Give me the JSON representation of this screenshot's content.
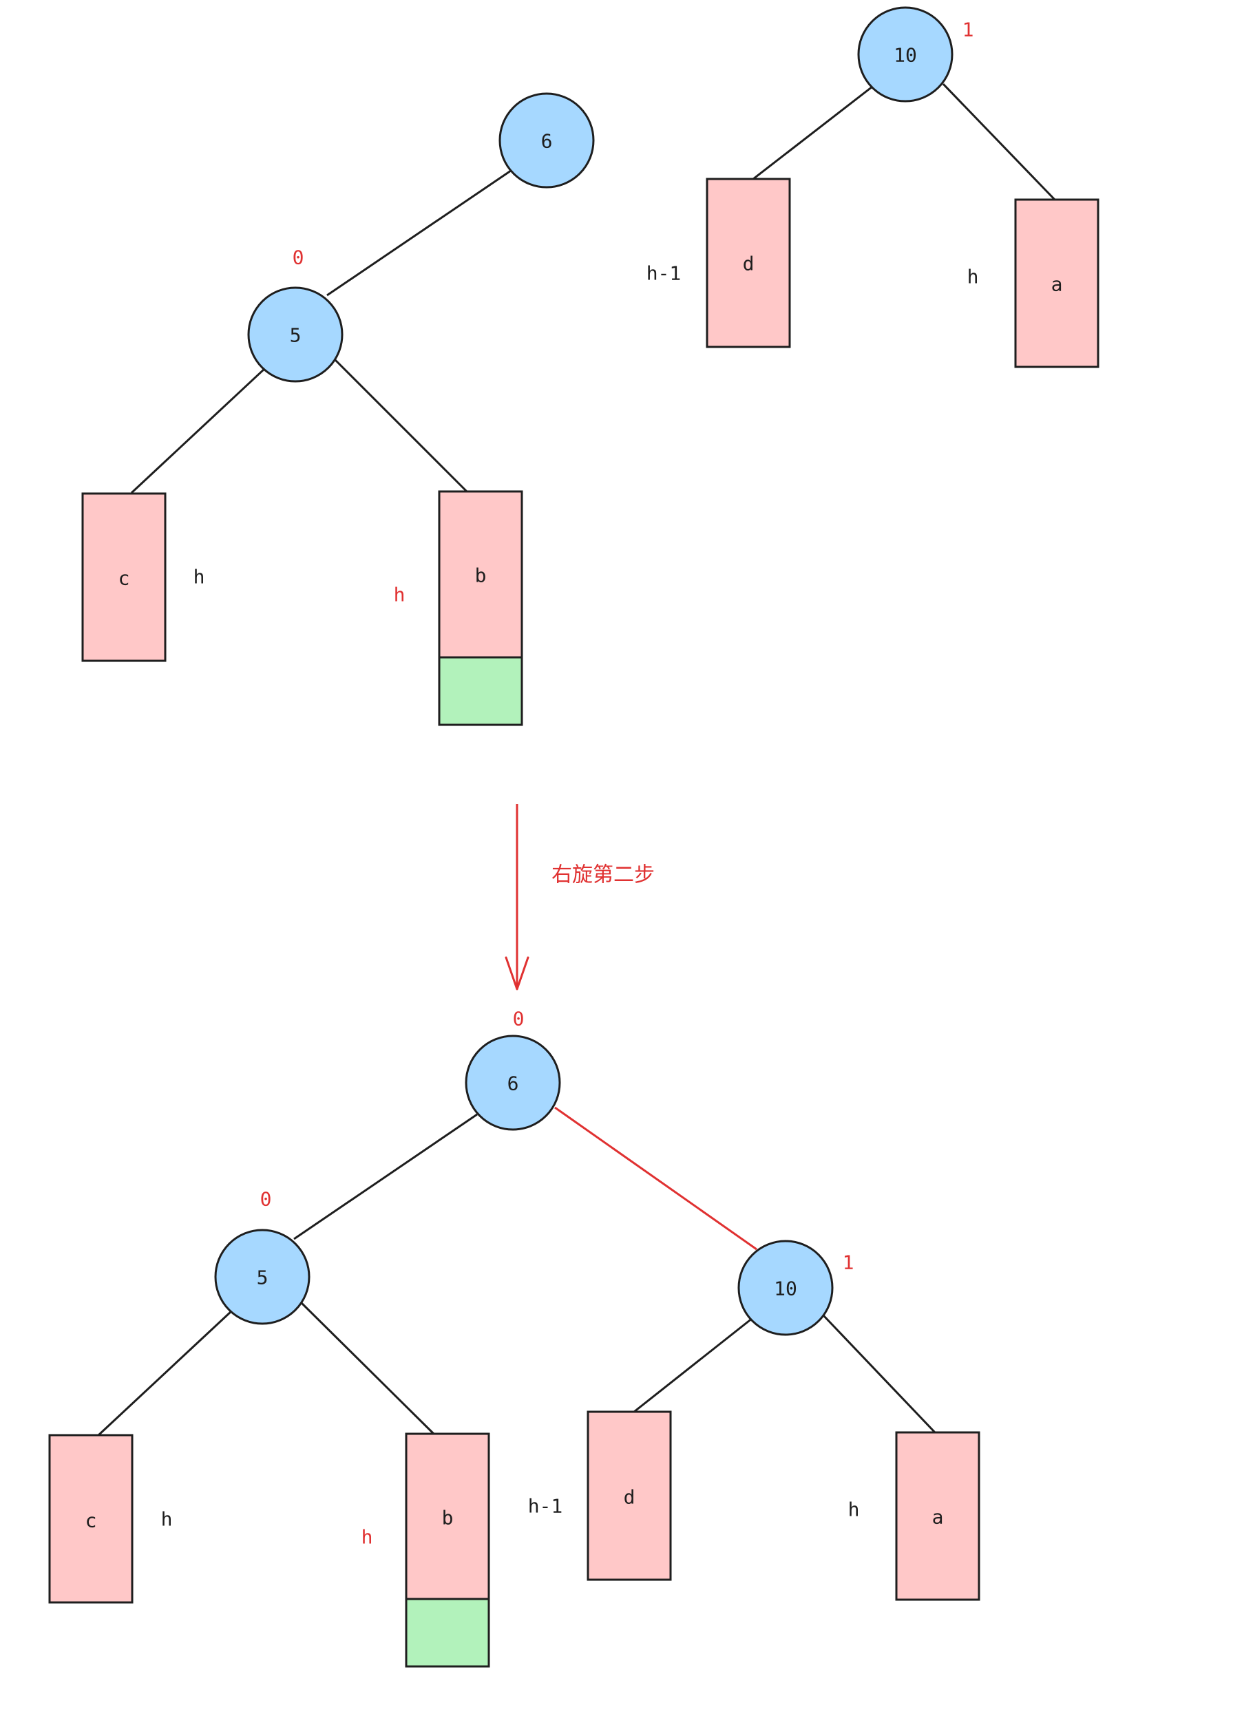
{
  "colors": {
    "node_fill": "#a6d8ff",
    "subtree_fill": "#ffc8c8",
    "added_fill": "#b2f2bb",
    "stroke": "#1e1e1e",
    "highlight": "#e03131",
    "label": "#1e1e1e"
  },
  "before": {
    "node_6": {
      "label": "6"
    },
    "node_5": {
      "label": "5",
      "balance": "0"
    },
    "node_10": {
      "label": "10",
      "balance": "1"
    },
    "subtree_c": {
      "label": "c",
      "height": "h"
    },
    "subtree_b": {
      "label": "b",
      "height": "h"
    },
    "subtree_d": {
      "label": "d",
      "height": "h-1"
    },
    "subtree_a": {
      "label": "a",
      "height": "h"
    }
  },
  "transition": {
    "label": "右旋第二步"
  },
  "after": {
    "node_6": {
      "label": "6",
      "balance": "0"
    },
    "node_5": {
      "label": "5",
      "balance": "0"
    },
    "node_10": {
      "label": "10",
      "balance": "1"
    },
    "subtree_c": {
      "label": "c",
      "height": "h"
    },
    "subtree_b": {
      "label": "b",
      "height": "h"
    },
    "subtree_d": {
      "label": "d",
      "height": "h-1"
    },
    "subtree_a": {
      "label": "a",
      "height": "h"
    }
  }
}
